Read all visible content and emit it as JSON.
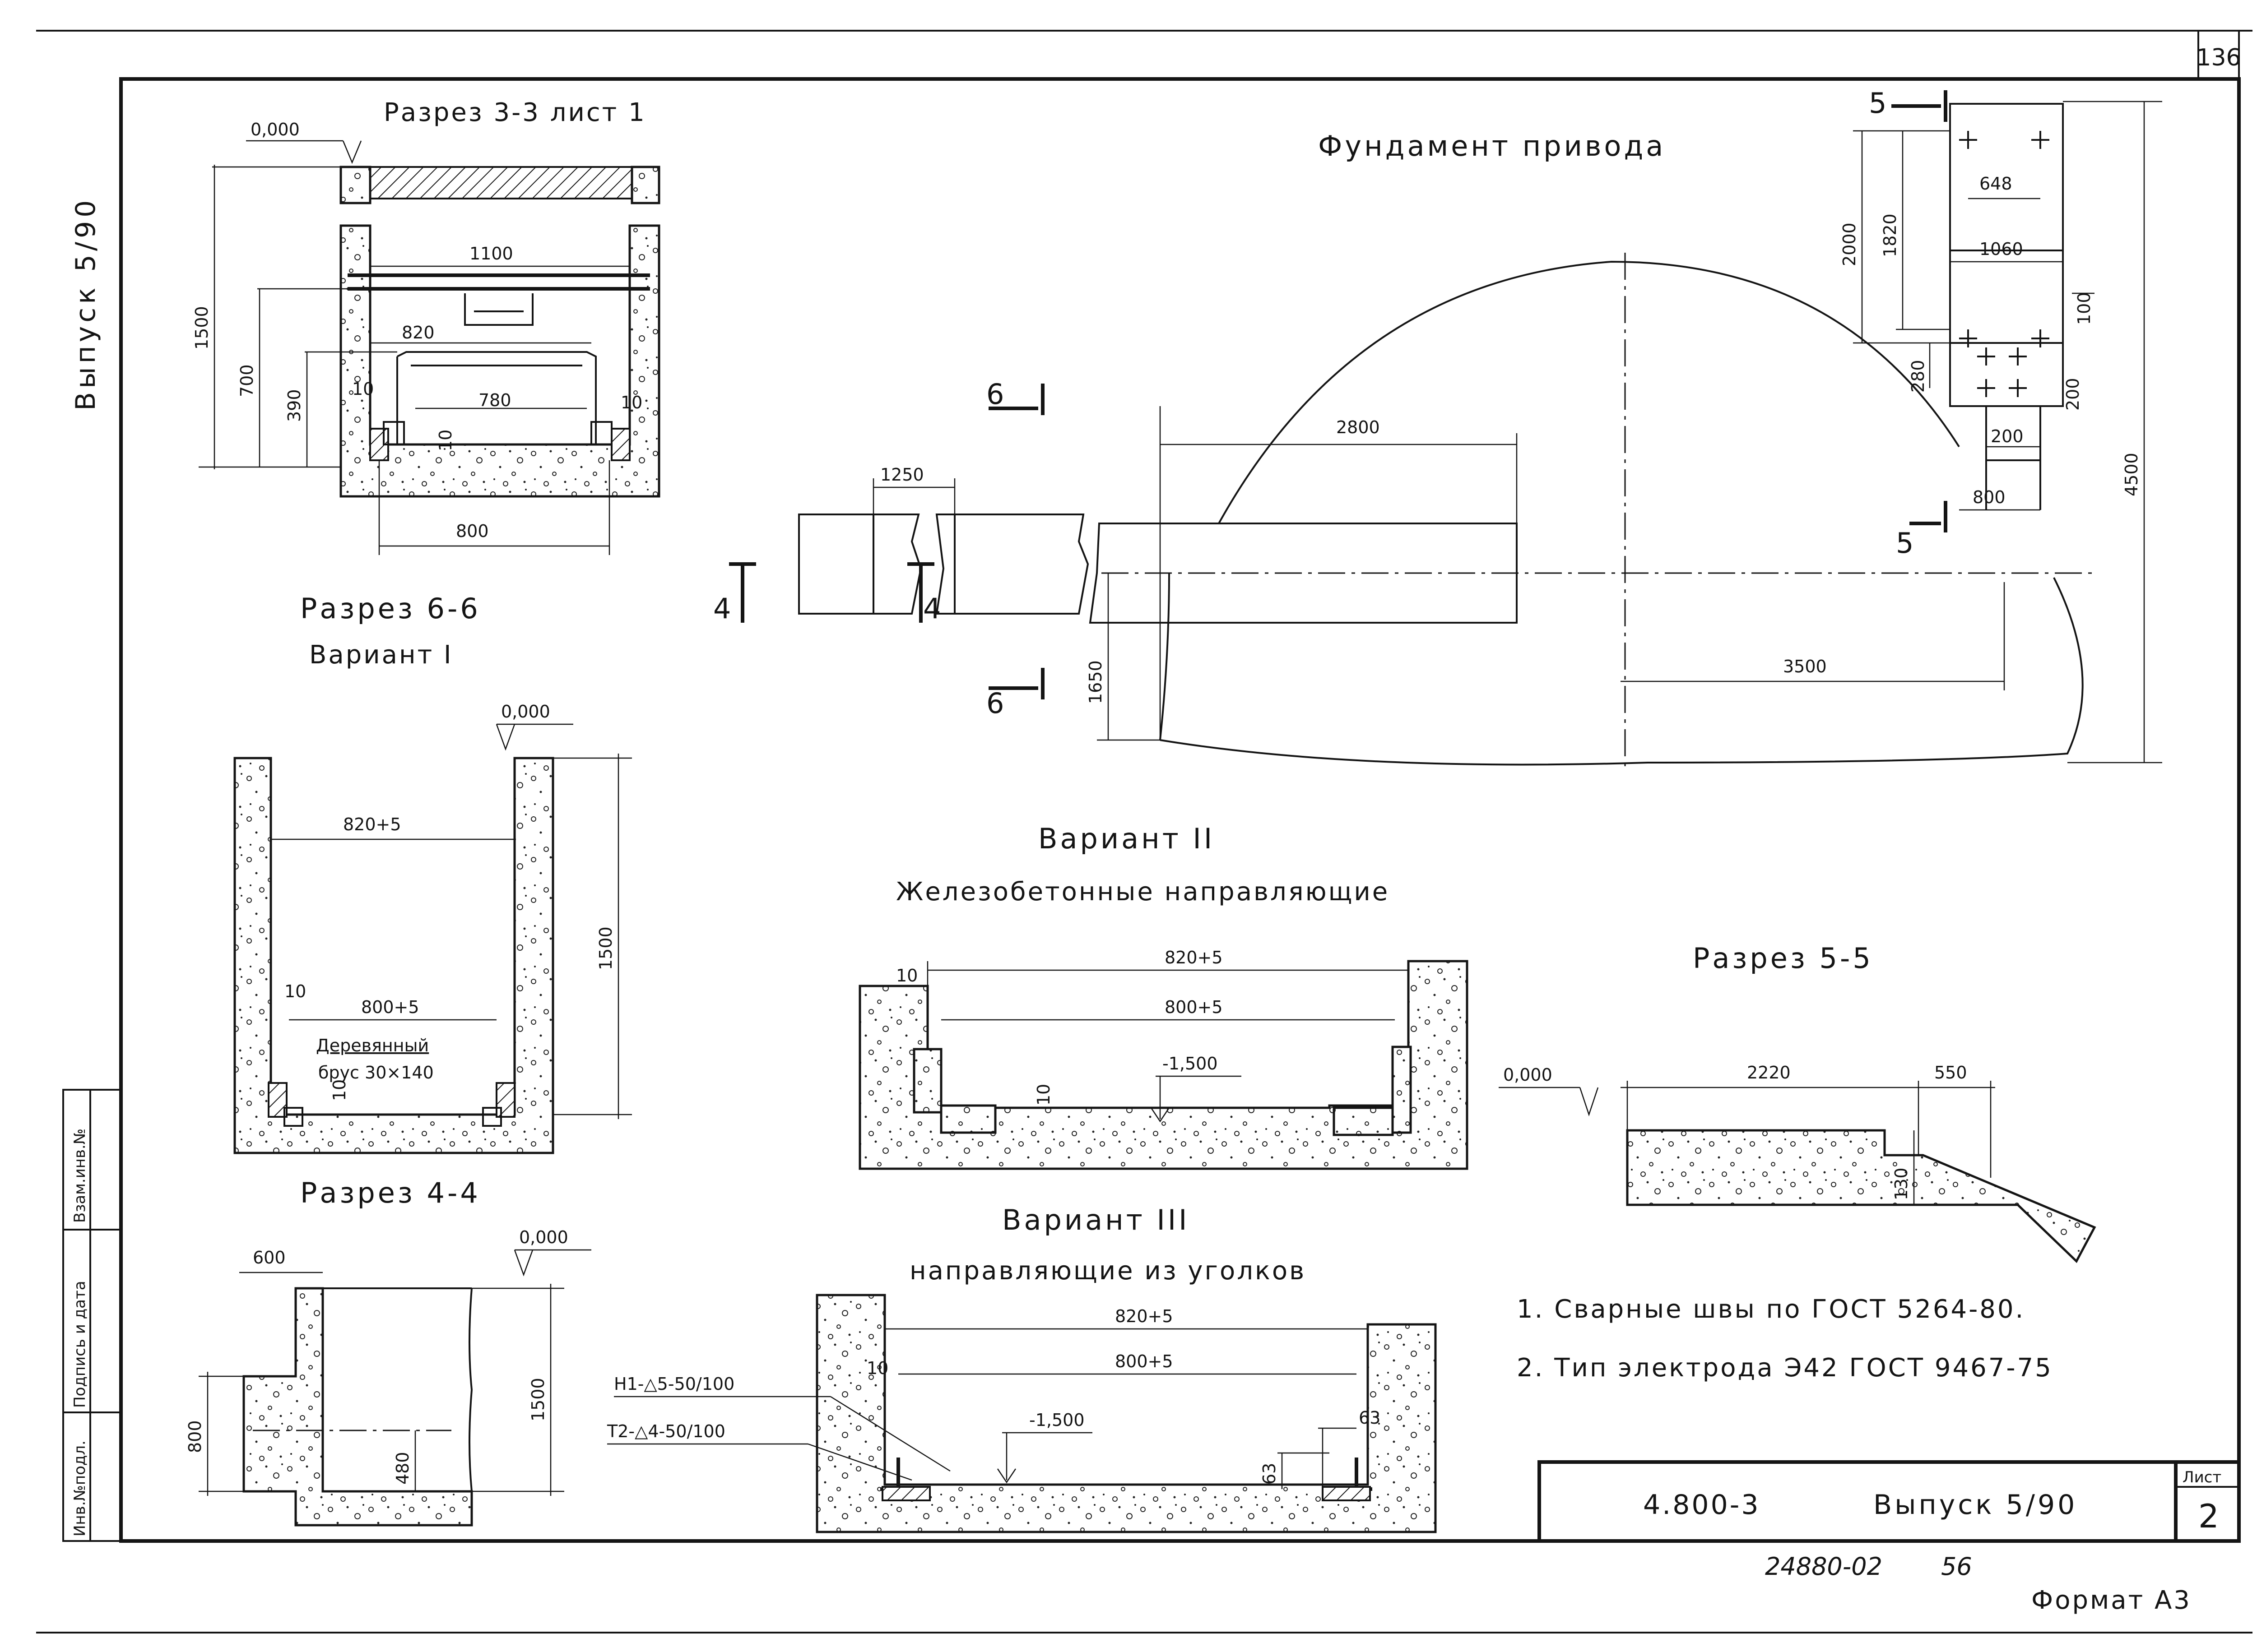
{
  "sheet_number": "136",
  "side_stamp": "Выпуск 5/90",
  "revision_box": {
    "cell_1": "Инв.№подл.",
    "cell_2": "Подпись и дата",
    "cell_3": "Взам.инв.№"
  },
  "drawing_title": "Фундамент привода",
  "sections": {
    "s33": {
      "title": "Разрез 3-3 лист 1",
      "dims": {
        "elev": "0,000",
        "h1500": "1500",
        "w1100": "1100",
        "w820": "820",
        "w780": "780",
        "h700": "700",
        "h390": "390",
        "t10a": "10",
        "t10b": "10",
        "t10c": "10",
        "w800": "800"
      }
    },
    "s66": {
      "title": "Разрез 6-6",
      "subtitle": "Вариант I",
      "dims": {
        "elev": "0,000",
        "w820": "820+5",
        "w800": "800+5",
        "h1500": "1500",
        "t10a": "10",
        "t10b": "10"
      },
      "note_1": "Деревянный",
      "note_2": "брус 30×140"
    },
    "s44": {
      "title": "Разрез 4-4",
      "dims": {
        "elev": "0,000",
        "w600": "600",
        "h800": "800",
        "h480": "480",
        "h1500": "1500"
      }
    },
    "v2": {
      "title": "Вариант II",
      "subtitle": "Железобетонные направляющие",
      "dims": {
        "t10a": "10",
        "w820": "820+5",
        "w800": "800+5",
        "t10b": "10",
        "elev": "-1,500"
      }
    },
    "v3": {
      "title": "Вариант III",
      "subtitle": "направляющие из уголков",
      "dims": {
        "w820": "820+5",
        "w800": "800+5",
        "t10": "10",
        "elev": "-1,500",
        "d63a": "63",
        "d63b": "63"
      },
      "weld_1": "Н1-△5-50/100",
      "weld_2": "Т2-△4-50/100"
    },
    "s55": {
      "title": "Разрез 5-5",
      "dims": {
        "elev": "0,000",
        "w2220": "2220",
        "w550": "550",
        "h130": "130"
      }
    }
  },
  "plan": {
    "cut6_top": "6",
    "cut6_bottom": "6",
    "cut4_left": "4",
    "cut4_right": "4",
    "cut5_top": "5",
    "cut5_bottom": "5",
    "dims": {
      "d1250": "1250",
      "d2800": "2800",
      "d1650": "1650",
      "d3500": "3500",
      "d4500": "4500",
      "d2000": "2000",
      "d1820": "1820",
      "d648": "648",
      "d1060": "1060",
      "d280": "280",
      "d100": "100",
      "d200a": "200",
      "d200b": "200",
      "d800": "800"
    }
  },
  "notes": [
    "1. Сварные швы по ГОСТ 5264-80.",
    "2. Тип электрода Э42 ГОСТ 9467-75"
  ],
  "title_block": {
    "code": "4.800-3",
    "issue": "Выпуск 5/90",
    "sheet_label": "Лист",
    "sheet_no": "2"
  },
  "archive_no": "24880-02",
  "archive_page": "56",
  "format": "Формат А3"
}
